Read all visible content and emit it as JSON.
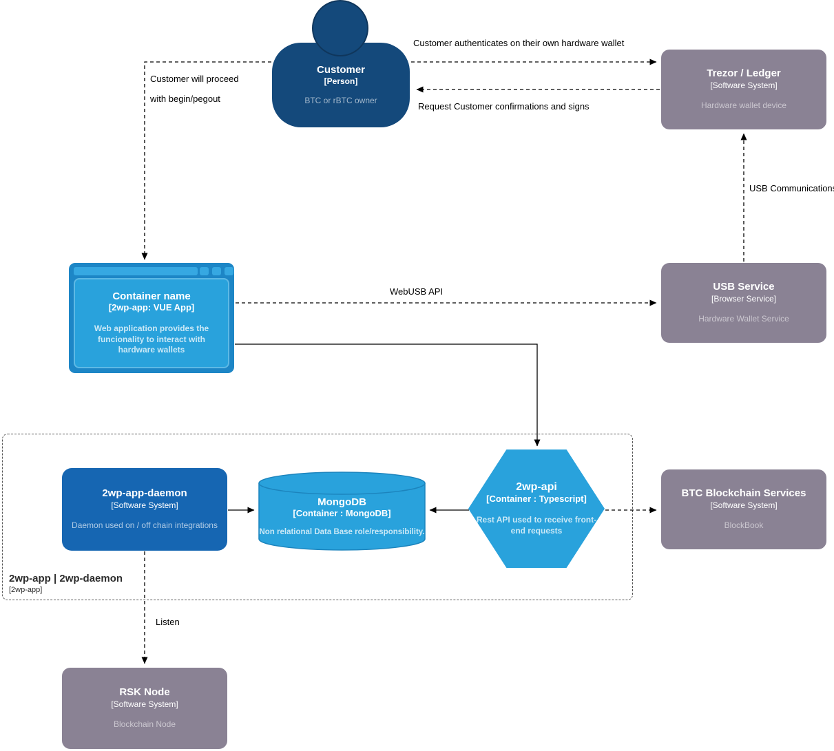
{
  "diagram": {
    "kind": "C4 container diagram",
    "colors": {
      "person": "#14497b",
      "blue": "#1666b2",
      "lightblue": "#29a2dc",
      "winframe": "#1d86c6",
      "winlight": "#36a8e2",
      "gray": "#8a8294",
      "boundary": "#555555"
    }
  },
  "nodes": {
    "customer": {
      "title": "Customer",
      "subtitle": "[Person]",
      "description": "BTC or rBTC owner"
    },
    "trezor": {
      "title": "Trezor / Ledger",
      "subtitle": "[Software System]",
      "description": "Hardware wallet device"
    },
    "container": {
      "title": "Container name",
      "subtitle": "[2wp-app: VUE App]",
      "description": "Web application provides the funcionality to interact with hardware wallets"
    },
    "usb_service": {
      "title": "USB Service",
      "subtitle": "[Browser Service]",
      "description": "Hardware Wallet Service"
    },
    "daemon": {
      "title": "2wp-app-daemon",
      "subtitle": "[Software System]",
      "description": "Daemon used on / off chain integrations"
    },
    "mongodb": {
      "title": "MongoDB",
      "subtitle": "[Container : MongoDB]",
      "description": "Non relational Data Base role/responsibility."
    },
    "api": {
      "title": "2wp-api",
      "subtitle": "[Container : Typescript]",
      "description": "Rest API used to receive front-end requests"
    },
    "btc": {
      "title": "BTC Blockchain Services",
      "subtitle": "[Software System]",
      "description": "BlockBook"
    },
    "rsk": {
      "title": "RSK Node",
      "subtitle": "[Software System]",
      "description": "Blockchain Node"
    }
  },
  "boundary": {
    "title": "2wp-app | 2wp-daemon",
    "subtitle": "[2wp-app]"
  },
  "edges": {
    "auth": {
      "label": "Customer authenticates on their own hardware wallet"
    },
    "confirm": {
      "label": "Request Customer confirmations and signs"
    },
    "proceed": {
      "line1": "Customer will proceed",
      "line2": "with begin/pegout"
    },
    "webusb": {
      "label": "WebUSB API"
    },
    "usb_comm": {
      "label": "USB Communications"
    },
    "listen": {
      "label": "Listen"
    }
  }
}
